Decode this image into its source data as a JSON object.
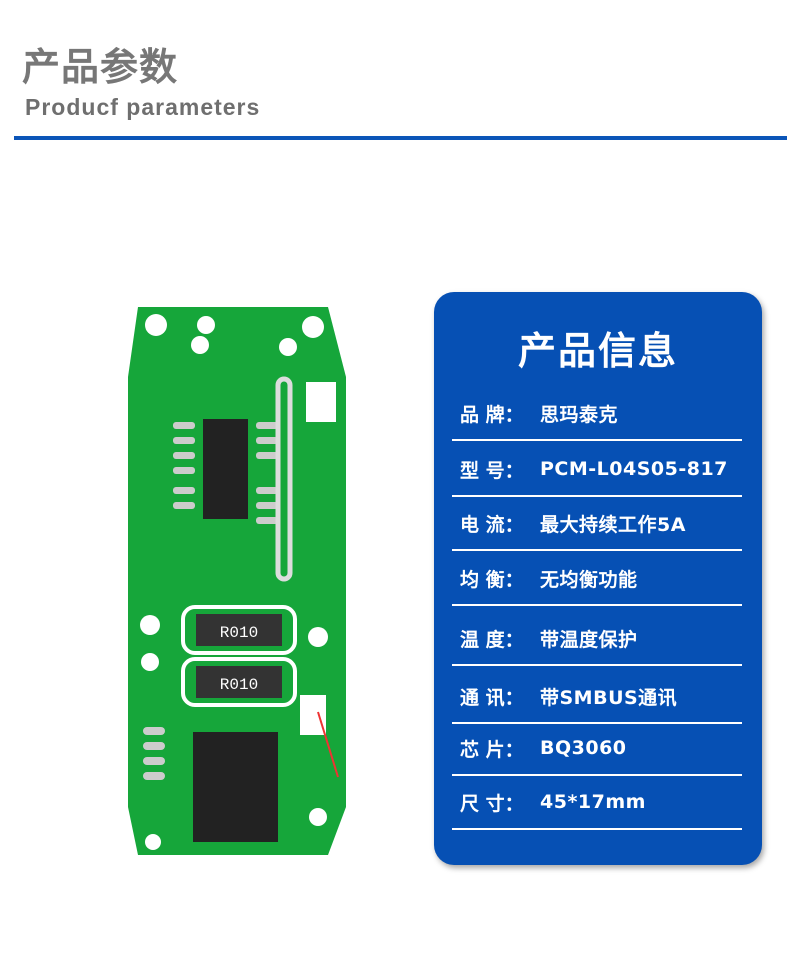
{
  "header": {
    "title": "产品参数",
    "subtitle": "Producf parameters",
    "accent": "#0b55b8"
  },
  "product_image": {
    "resistor_labels": [
      "R010",
      "R010"
    ],
    "board_color": "#16a63a"
  },
  "info_card": {
    "title": "产品信息",
    "background": "#0650b4",
    "rows": [
      {
        "label": "品 牌：",
        "value": "思玛泰克"
      },
      {
        "label": "型  号：",
        "value": "PCM-L04S05-817"
      },
      {
        "label": "电  流：",
        "value": "最大持续工作5A"
      },
      {
        "label": "均  衡：",
        "value": "无均衡功能"
      },
      {
        "label": "温  度：",
        "value": "带温度保护"
      },
      {
        "label": "通  讯：",
        "value": "带SMBUS通讯"
      },
      {
        "label": "芯  片：",
        "value": "BQ3060"
      },
      {
        "label": "尺  寸：",
        "value": "45*17mm"
      }
    ]
  }
}
